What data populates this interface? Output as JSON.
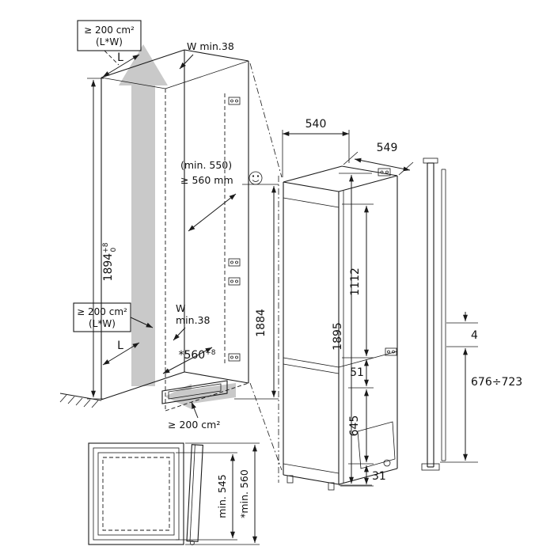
{
  "title": "Built-in refrigerator installation dimensions diagram",
  "colors": {
    "line": "#1a1a1a",
    "vent_arrow": "#c9c9c9",
    "background": "#ffffff"
  },
  "niche": {
    "vent_top_area": "≥ 200 cm²",
    "vent_top_note": "(L*W)",
    "depth_label_top": "L",
    "wall_thickness_top": "W min.38",
    "height_value": "1894",
    "height_tol_upper": "+8",
    "height_tol_lower": "0",
    "vent_mid_area": "≥ 200 cm²",
    "vent_mid_note": "(L*W)",
    "depth_label_bottom": "L",
    "wall_thickness_mid_l1": "W",
    "wall_thickness_mid_l2": "min.38",
    "depth_value": "*560",
    "depth_tol_upper": "+8",
    "vent_bottom_area": "≥ 200 cm²",
    "depth_min_note": "(min. 550)",
    "depth_recommended": "≥ 560 mm",
    "appliance_height": "1884"
  },
  "appliance": {
    "width": "540",
    "depth": "549",
    "upper_door_height": "1112",
    "total_height": "1895",
    "mid_gap": "51",
    "lower_door_height": "645",
    "plinth_height": "31"
  },
  "side_panel": {
    "gap": "4",
    "mount_range": "676÷723"
  },
  "top_view": {
    "min_depth": "min. 545",
    "min_depth_with_door": "*min. 560"
  }
}
